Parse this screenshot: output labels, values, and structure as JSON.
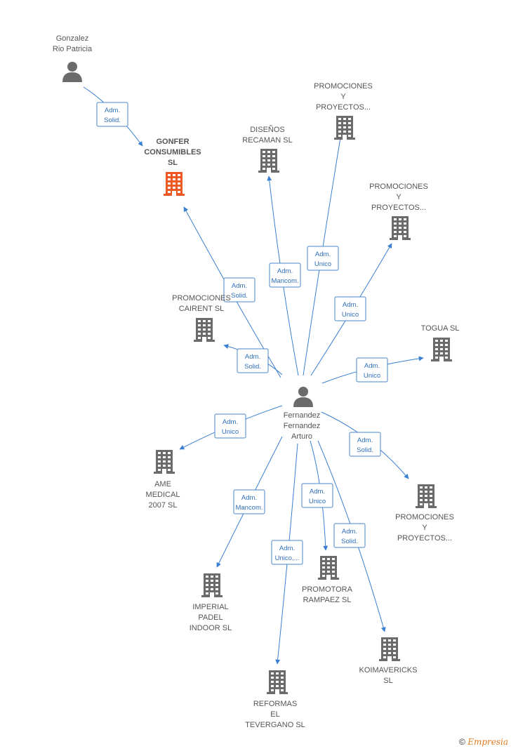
{
  "colors": {
    "edge": "#3a7fd1",
    "building": "#6b6b6b",
    "building_main": "#ef5a24",
    "person": "#6b6b6b",
    "label": "#555555"
  },
  "nodes": [
    {
      "id": "gonzalez",
      "kind": "person",
      "lines": [
        "Gonzalez",
        "Rio Patricia"
      ]
    },
    {
      "id": "gonfer",
      "kind": "company-main",
      "lines": [
        "GONFER",
        "CONSUMIBLES",
        "SL"
      ]
    },
    {
      "id": "disenos",
      "kind": "company",
      "lines": [
        "DISEÑOS",
        "RECAMAN SL"
      ]
    },
    {
      "id": "promo1",
      "kind": "company",
      "lines": [
        "PROMOCIONES",
        "Y",
        "PROYECTOS..."
      ]
    },
    {
      "id": "promo2",
      "kind": "company",
      "lines": [
        "PROMOCIONES",
        "Y",
        "PROYECTOS..."
      ]
    },
    {
      "id": "cairent",
      "kind": "company",
      "lines": [
        "PROMOCIONES",
        "CAIRENT  SL"
      ]
    },
    {
      "id": "togua",
      "kind": "company",
      "lines": [
        "TOGUA SL"
      ]
    },
    {
      "id": "fernandez",
      "kind": "person",
      "lines": [
        "Fernandez",
        "Fernandez",
        "Arturo"
      ]
    },
    {
      "id": "ame",
      "kind": "company",
      "lines": [
        "AME",
        "MEDICAL",
        "2007 SL"
      ]
    },
    {
      "id": "promo3",
      "kind": "company",
      "lines": [
        "PROMOCIONES",
        "Y",
        "PROYECTOS..."
      ]
    },
    {
      "id": "imperial",
      "kind": "company",
      "lines": [
        "IMPERIAL",
        "PADEL",
        "INDOOR  SL"
      ]
    },
    {
      "id": "rampaez",
      "kind": "company",
      "lines": [
        "PROMOTORA",
        "RAMPAEZ SL"
      ]
    },
    {
      "id": "koima",
      "kind": "company",
      "lines": [
        "KOIMAVERICKS",
        "SL"
      ]
    },
    {
      "id": "reformas",
      "kind": "company",
      "lines": [
        "REFORMAS",
        "EL",
        "TEVERGANO  SL"
      ]
    }
  ],
  "edges": [
    {
      "from": "gonzalez",
      "to": "gonfer",
      "role": [
        "Adm.",
        "Solid."
      ]
    },
    {
      "from": "fernandez",
      "to": "gonfer",
      "role": [
        "Adm.",
        "Solid."
      ]
    },
    {
      "from": "fernandez",
      "to": "disenos",
      "role": [
        "Adm.",
        "Mancom."
      ]
    },
    {
      "from": "fernandez",
      "to": "promo1",
      "role": [
        "Adm.",
        "Unico"
      ]
    },
    {
      "from": "fernandez",
      "to": "promo2",
      "role": [
        "Adm.",
        "Unico"
      ]
    },
    {
      "from": "fernandez",
      "to": "cairent",
      "role": [
        "Adm.",
        "Solid."
      ]
    },
    {
      "from": "fernandez",
      "to": "togua",
      "role": [
        "Adm.",
        "Unico"
      ]
    },
    {
      "from": "fernandez",
      "to": "ame",
      "role": [
        "Adm.",
        "Unico"
      ]
    },
    {
      "from": "fernandez",
      "to": "promo3",
      "role": [
        "Adm.",
        "Solid."
      ]
    },
    {
      "from": "fernandez",
      "to": "imperial",
      "role": [
        "Adm.",
        "Mancom."
      ]
    },
    {
      "from": "fernandez",
      "to": "rampaez",
      "role": [
        "Adm.",
        "Unico"
      ]
    },
    {
      "from": "fernandez",
      "to": "koima",
      "role": [
        "Adm.",
        "Solid."
      ]
    },
    {
      "from": "fernandez",
      "to": "reformas",
      "role": [
        "Adm.",
        "Unico,..."
      ]
    }
  ],
  "footer": {
    "copyright": "©",
    "brand": "Empresia"
  }
}
